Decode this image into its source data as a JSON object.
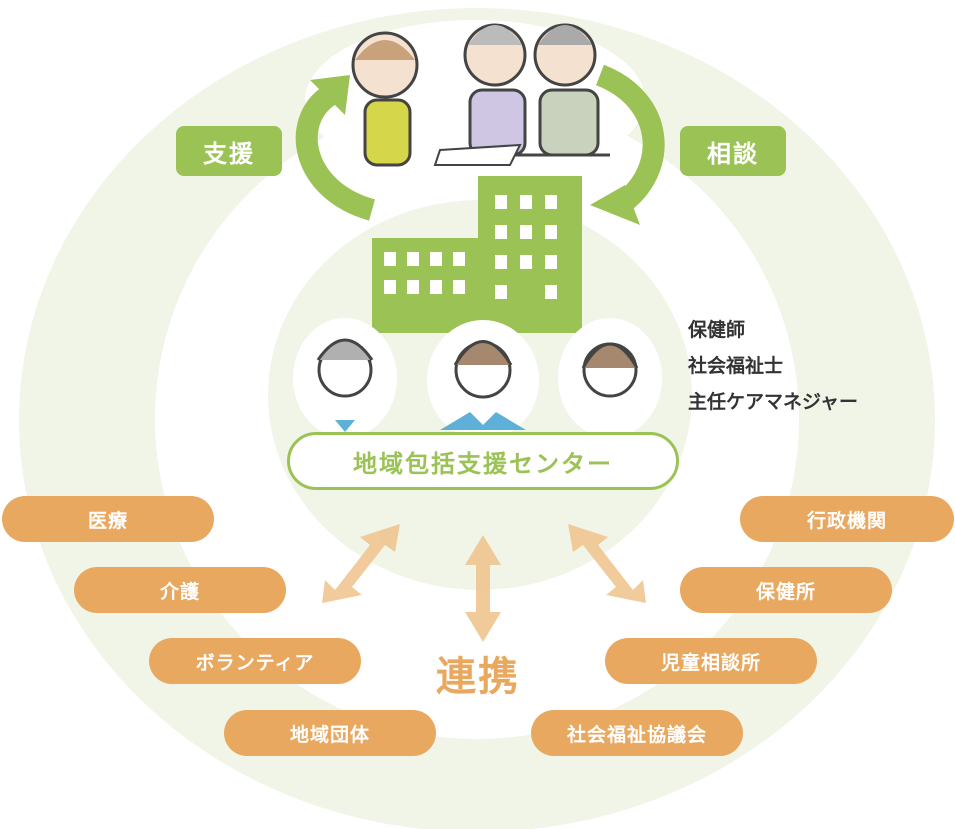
{
  "top_labels": {
    "support": "支援",
    "consult": "相談"
  },
  "center": {
    "name": "地域包括支援センター"
  },
  "staff_roles": [
    "保健師",
    "社会福祉士",
    "主任ケアマネジャー"
  ],
  "cooperation_label": "連携",
  "left_partners": [
    "医療",
    "介護",
    "ボランティア",
    "地域団体"
  ],
  "right_partners": [
    "行政機関",
    "保健所",
    "児童相談所",
    "社会福祉協議会"
  ],
  "colors": {
    "green": "#9bc255",
    "ring": "#f1f5e8",
    "orange": "#e9a85f",
    "arrow": "#f0c590"
  }
}
